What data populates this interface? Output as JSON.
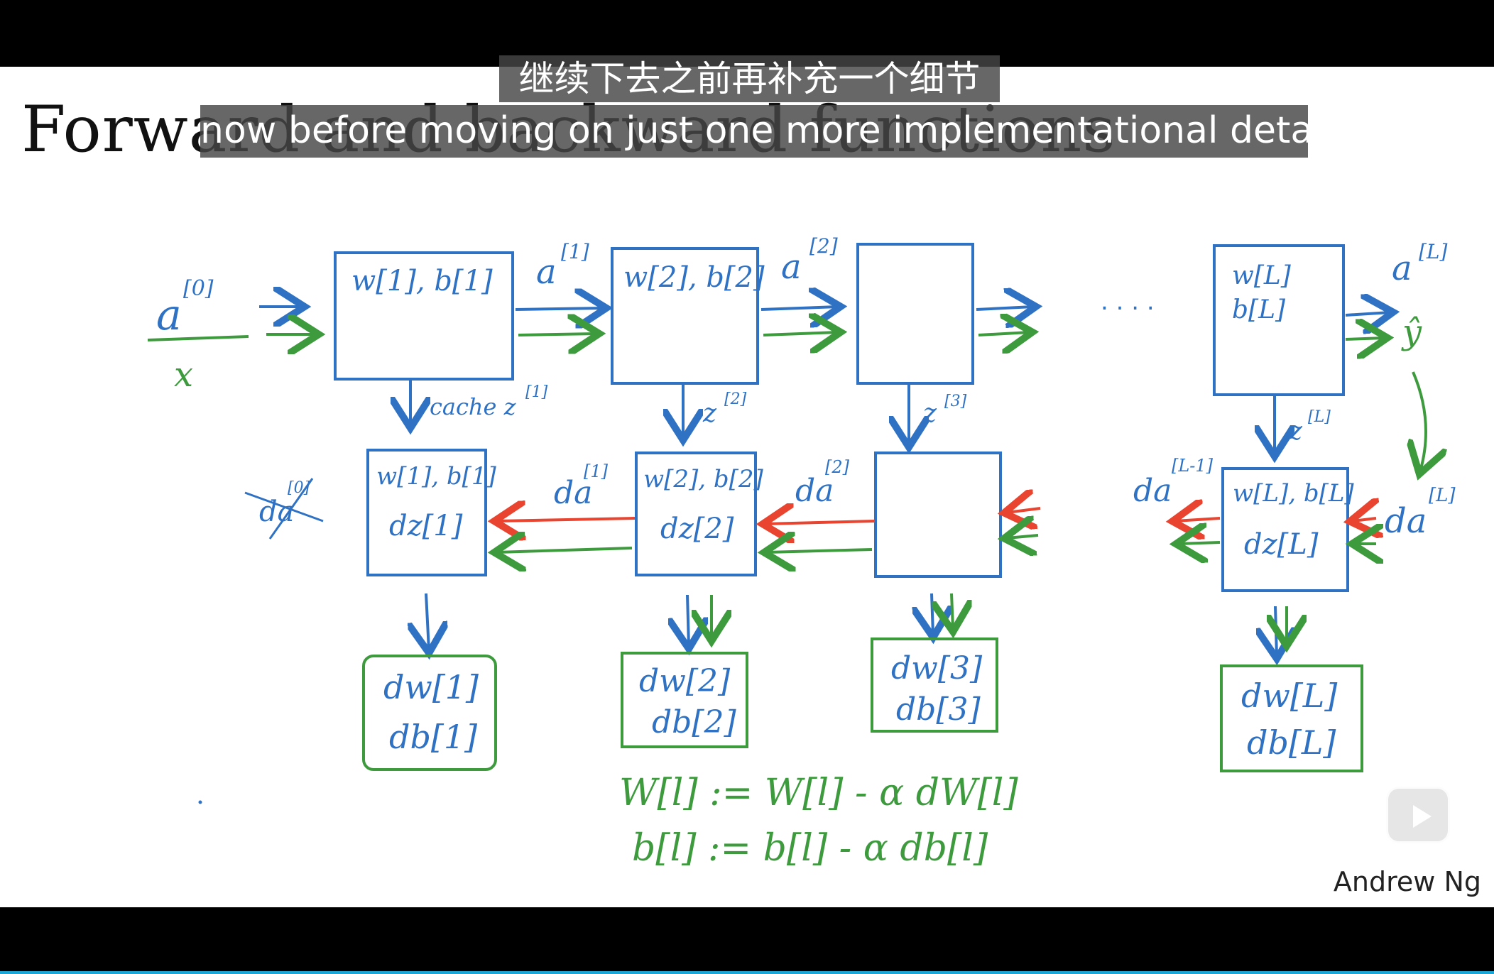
{
  "slide": {
    "title": "Forward and backward functions",
    "author": "Andrew Ng"
  },
  "subtitles": {
    "chinese": "继续下去之前再补充一个细节",
    "english": "now before moving on just one more implementational detail"
  },
  "diagram": {
    "colors": {
      "forward": "#2f72c4",
      "backward_red": "#e8442f",
      "backward_green": "#3d9b3d"
    },
    "input_labels": {
      "a0": "a",
      "a0_sup": "[0]",
      "x": "x"
    },
    "forward_boxes": [
      {
        "params": "w[1], b[1]"
      },
      {
        "params": "w[2], b[2]"
      },
      {
        "params": ""
      },
      {
        "params_line1": "w[L]",
        "params_line2": "b[L]"
      }
    ],
    "forward_arrows": [
      {
        "label": "a",
        "sup": "[1]"
      },
      {
        "label": "a",
        "sup": "[2]"
      }
    ],
    "ellipsis": ". . . .",
    "output_labels": {
      "aL": "a",
      "aL_sup": "[L]",
      "yhat": "ŷ"
    },
    "cache_labels": [
      {
        "text": "cache z",
        "sup": "[1]"
      },
      {
        "text": "z",
        "sup": "[2]"
      },
      {
        "text": "z",
        "sup": "[3]"
      },
      {
        "text": "z",
        "sup": "[L]"
      }
    ],
    "backward_boxes": [
      {
        "line1": "w[1], b[1]",
        "line2": "dz[1]"
      },
      {
        "line1": "w[2], b[2]",
        "line2": "dz[2]"
      },
      {
        "line1": "",
        "line2": ""
      },
      {
        "line1": "w[L], b[L]",
        "line2": "dz[L]"
      }
    ],
    "backward_labels": [
      {
        "text": "da",
        "sup": "[0]"
      },
      {
        "text": "da",
        "sup": "[1]"
      },
      {
        "text": "da",
        "sup": "[2]"
      },
      {
        "text": "da",
        "sup": "[L-1]"
      },
      {
        "text": "da",
        "sup": "[L]"
      }
    ],
    "grad_boxes": [
      {
        "line1": "dw[1]",
        "line2": "db[1]"
      },
      {
        "line1": "dw[2]",
        "line2": "db[2]"
      },
      {
        "line1": "dw[3]",
        "line2": "db[3]"
      },
      {
        "line1": "dw[L]",
        "line2": "db[L]"
      }
    ],
    "update_rules": [
      "W[l] := W[l] - α dW[l]",
      "b[l] := b[l] - α db[l]"
    ]
  }
}
